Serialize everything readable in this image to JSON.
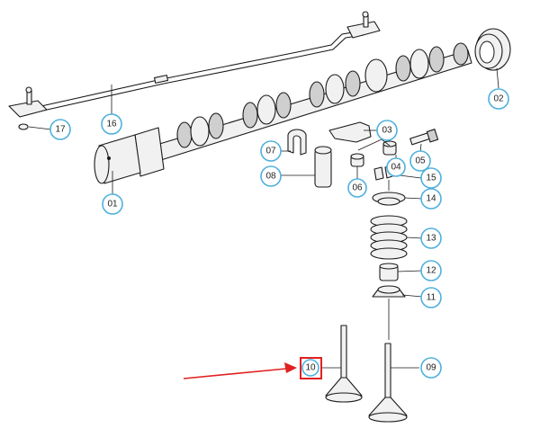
{
  "diagram": {
    "colors": {
      "callout_ring": "#4fb0dc",
      "highlight": "#e02020",
      "line": "#1a1a1a"
    },
    "callouts": [
      {
        "id": "01",
        "label": "01"
      },
      {
        "id": "02",
        "label": "02"
      },
      {
        "id": "03",
        "label": "03"
      },
      {
        "id": "04",
        "label": "04"
      },
      {
        "id": "05",
        "label": "05"
      },
      {
        "id": "06",
        "label": "06"
      },
      {
        "id": "07",
        "label": "07"
      },
      {
        "id": "08",
        "label": "08"
      },
      {
        "id": "09",
        "label": "09"
      },
      {
        "id": "10",
        "label": "10",
        "highlighted": true
      },
      {
        "id": "11",
        "label": "11"
      },
      {
        "id": "12",
        "label": "12"
      },
      {
        "id": "13",
        "label": "13"
      },
      {
        "id": "14",
        "label": "14"
      },
      {
        "id": "15",
        "label": "15"
      },
      {
        "id": "16",
        "label": "16"
      },
      {
        "id": "17",
        "label": "17"
      }
    ]
  }
}
